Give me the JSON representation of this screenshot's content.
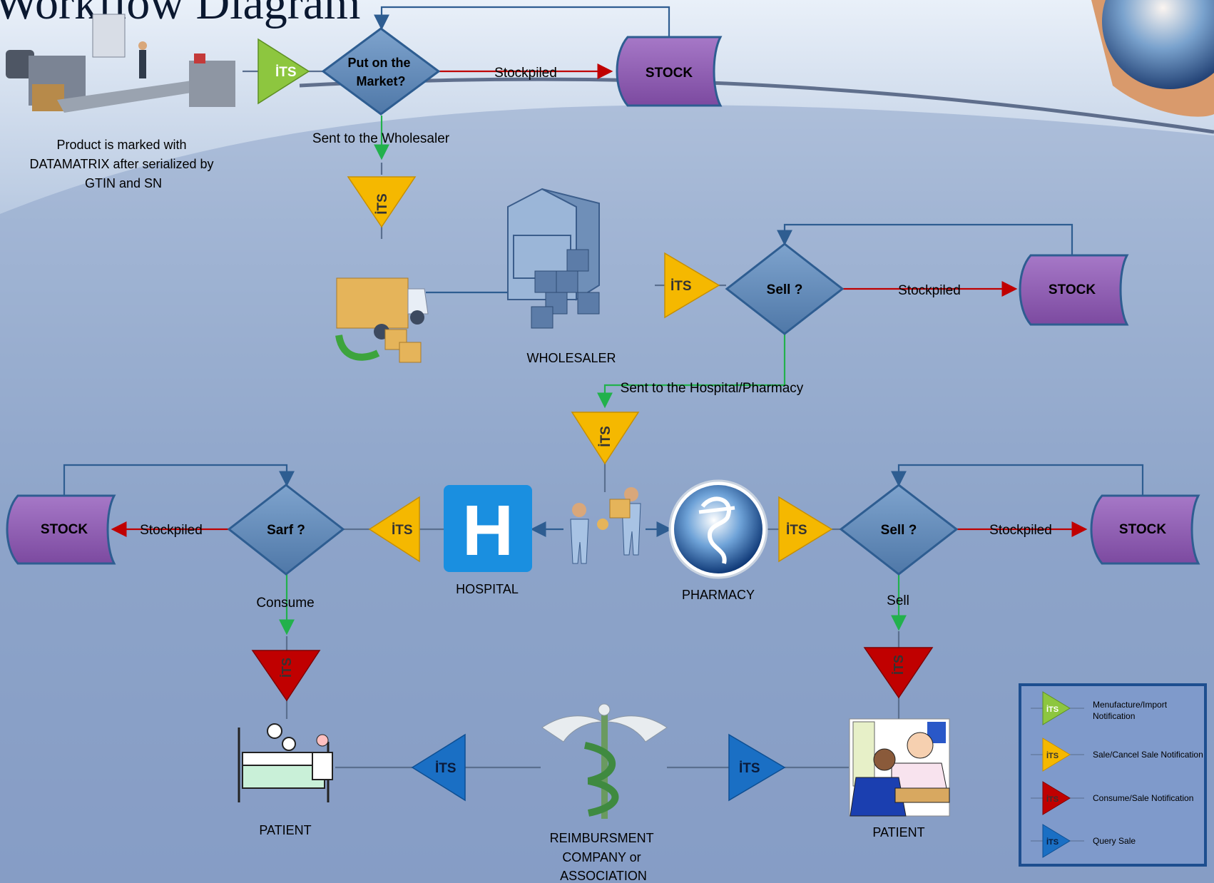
{
  "title": "Workflow Diagram",
  "manufacturer_caption": [
    "Product is marked with",
    "DATAMATRIX after serialized by",
    "GTIN and SN"
  ],
  "its_label": "İTS",
  "decisions": {
    "market": [
      "Put on the",
      "Market?"
    ],
    "sell_wholesaler": "Sell ?",
    "sarf": "Sarf ?",
    "sell_pharmacy": "Sell ?"
  },
  "stock_label": "STOCK",
  "edges": {
    "stockpiled": "Stockpiled",
    "sent_wholesaler": "Sent to the Wholesaler",
    "sent_hospital_pharmacy": "Sent to the Hospital/Pharmacy",
    "consume": "Consume",
    "sell": "Sell"
  },
  "nodes": {
    "wholesaler": "WHOLESALER",
    "hospital": "HOSPITAL",
    "hospital_letter": "H",
    "pharmacy": "PHARMACY",
    "patient_left": "PATIENT",
    "patient_right": "PATIENT",
    "reimbursement": [
      "REIMBURSMENT",
      "COMPANY or",
      "ASSOCIATION"
    ]
  },
  "legend": [
    {
      "label": [
        "Menufacture/Import",
        "Notification"
      ],
      "color": "#8dc63f"
    },
    {
      "label": [
        "Sale/Cancel Sale Notification"
      ],
      "color": "#f5b800"
    },
    {
      "label": [
        "Consume/Sale Notification"
      ],
      "color": "#c00000"
    },
    {
      "label": [
        "Query Sale"
      ],
      "color": "#1a6fc4"
    }
  ],
  "colors": {
    "its_green": "#8dc63f",
    "its_yellow": "#f5b800",
    "its_red": "#c00000",
    "its_blue": "#1a6fc4",
    "stock_purple": "#8e5bb0",
    "decision_blue": "#5f87b5",
    "edge_green": "#22b14c",
    "edge_red": "#c00000",
    "edge_blue": "#2e5d91"
  }
}
